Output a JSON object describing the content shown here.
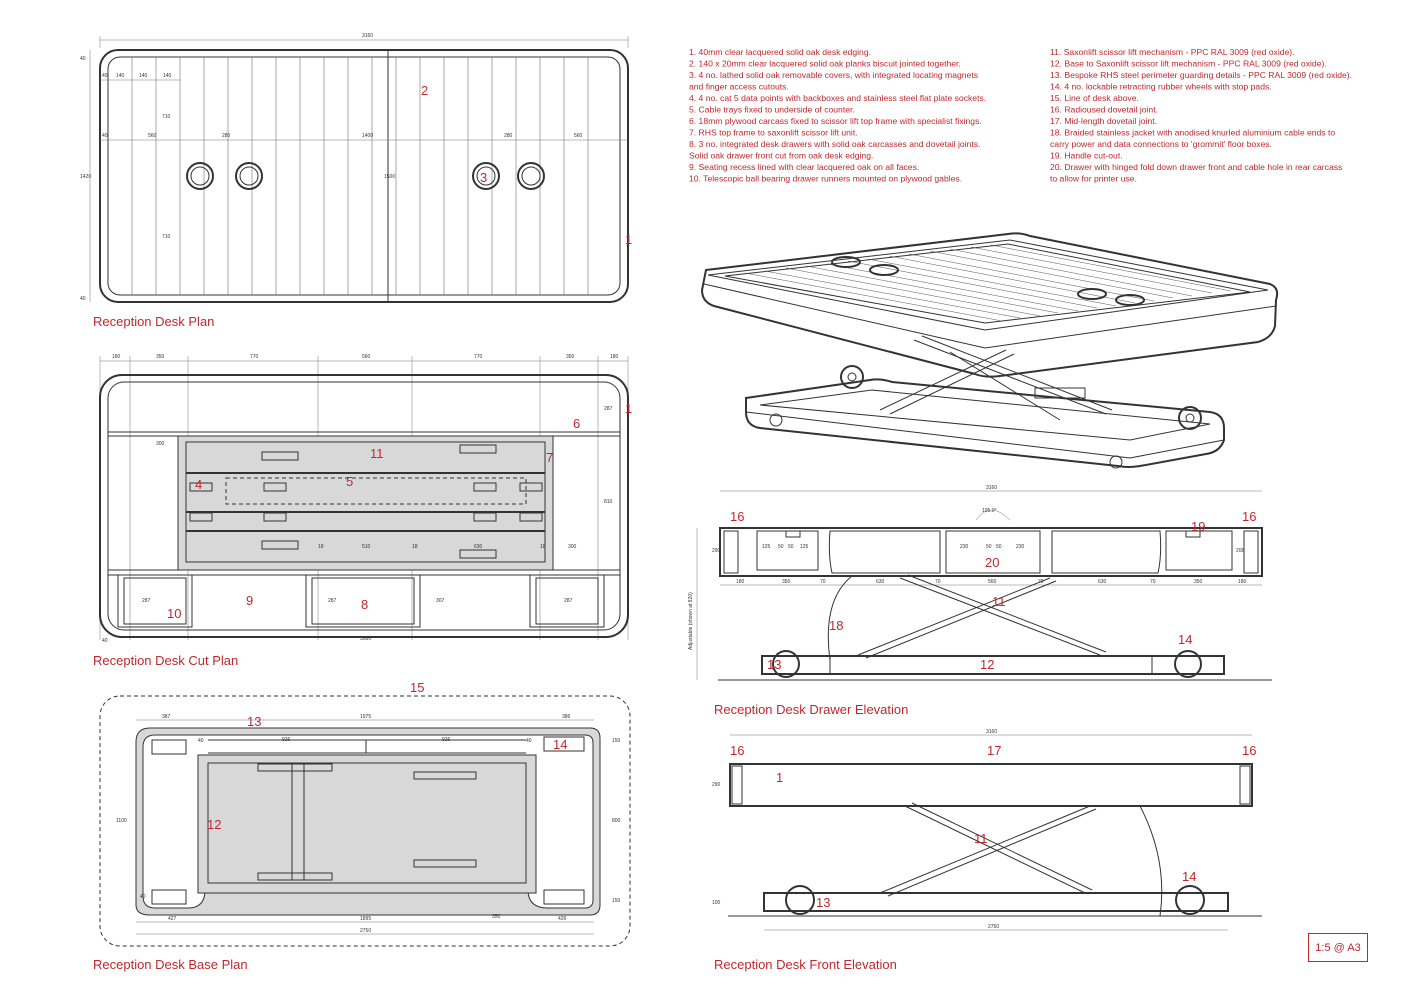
{
  "titles": {
    "plan": "Reception Desk Plan",
    "cut_plan": "Reception Desk Cut Plan",
    "base_plan": "Reception Desk Base Plan",
    "drawer_elevation": "Reception Desk Drawer Elevation",
    "front_elevation": "Reception Desk Front Elevation"
  },
  "scale_label": "1:5 @ A3",
  "notes_left": [
    "1. 40mm clear lacquered solid oak desk edging.",
    "2. 140 x 20mm clear lacquered solid oak planks biscuit jointed together.",
    "3. 4 no. lathed solid oak removable covers, with integrated locating magnets",
    "and finger access cutouts.",
    "4. 4 no. cat 5 data points with backboxes and stainless steel flat plate sockets.",
    "5. Cable trays fixed to underside of counter.",
    "6. 18mm plywood carcass fixed to scissor lift top frame with specialist fixings.",
    "7. RHS top frame to saxonlift scissor lift unit.",
    "8. 3 no. integrated desk drawers with solid oak carcasses and dovetail joints.",
    "Solid oak drawer front cut from oak desk edging.",
    "9. Seating recess lined with clear lacquered oak on all faces.",
    "10. Telescopic ball bearing drawer runners mounted on plywood gables."
  ],
  "notes_right": [
    "11. Saxonlift scissor lift mechanism - PPC RAL 3009 (red oxide).",
    "12. Base to Saxonlift scissor lift mechanism - PPC RAL 3009 (red oxide).",
    "13. Bespoke RHS steel perimeter guarding details - PPC RAL 3009 (red oxide).",
    "14. 4 no. lockable retracting rubber wheels with stop pads.",
    "15. Line of desk above.",
    "16. Radioused dovetail joint.",
    "17. Mid-length dovetail joint.",
    "18. Braided stainless jacket with anodised knurled aluminium cable ends to",
    "carry power and data connections to 'grommit' floor boxes.",
    "19. Handle cut-out.",
    "20. Drawer with hinged fold down drawer front and cable hole in rear carcass",
    "to allow for printer use."
  ],
  "plan": {
    "dims_top": [
      "3160"
    ],
    "dims_row1": [
      "40",
      "140",
      "140",
      "140"
    ],
    "dims_row2": [
      "40",
      "560",
      "280",
      "1400",
      "280",
      "560"
    ],
    "dims_left": [
      "40",
      "1420",
      "40"
    ],
    "dims_inner": [
      "710",
      "710",
      "1500"
    ],
    "callouts": [
      "2",
      "3",
      "1"
    ]
  },
  "cut_plan": {
    "dims_top": [
      "180",
      "350",
      "770",
      "560",
      "770",
      "350",
      "180"
    ],
    "dims_misc": [
      "300",
      "18",
      "510",
      "18",
      "630",
      "18",
      "300"
    ],
    "dims_right": [
      "287",
      "810"
    ],
    "dims_bottom": [
      "40",
      "3080"
    ],
    "dims_legs": [
      "287",
      "287",
      "307",
      "287"
    ],
    "callouts": [
      "1",
      "6",
      "7",
      "11",
      "4",
      "5",
      "9",
      "8",
      "10"
    ]
  },
  "base_plan": {
    "dims_top": [
      "387",
      "1975",
      "386"
    ],
    "dims_inner": [
      "40",
      "926",
      "926",
      "40"
    ],
    "dims_left": [
      "1100"
    ],
    "dims_right": [
      "150",
      "800",
      "150"
    ],
    "dims_bottom": [
      "427",
      "1895",
      "426",
      "2750",
      "350",
      "40"
    ],
    "callouts": [
      "15",
      "13",
      "14",
      "12"
    ]
  },
  "drawer_elevation": {
    "dims_top": [
      "3160"
    ],
    "angle": "105.0°",
    "dims_drawer": [
      "125",
      "50",
      "50",
      "125",
      "230",
      "50",
      "50",
      "230"
    ],
    "dims_bottom": [
      "180",
      "350",
      "70",
      "630",
      "70",
      "560",
      "70",
      "630",
      "70",
      "350",
      "180"
    ],
    "dims_side": [
      "290",
      "208"
    ],
    "side_label": "Adjustable (shown at 920)",
    "callouts": [
      "16",
      "16",
      "19",
      "20",
      "11",
      "18",
      "14",
      "13",
      "12"
    ]
  },
  "front_elevation": {
    "dims_top": [
      "3160"
    ],
    "dims_side": [
      "290",
      "100"
    ],
    "dims_bottom": [
      "2750"
    ],
    "callouts": [
      "16",
      "17",
      "16",
      "1",
      "11",
      "14",
      "13"
    ]
  }
}
